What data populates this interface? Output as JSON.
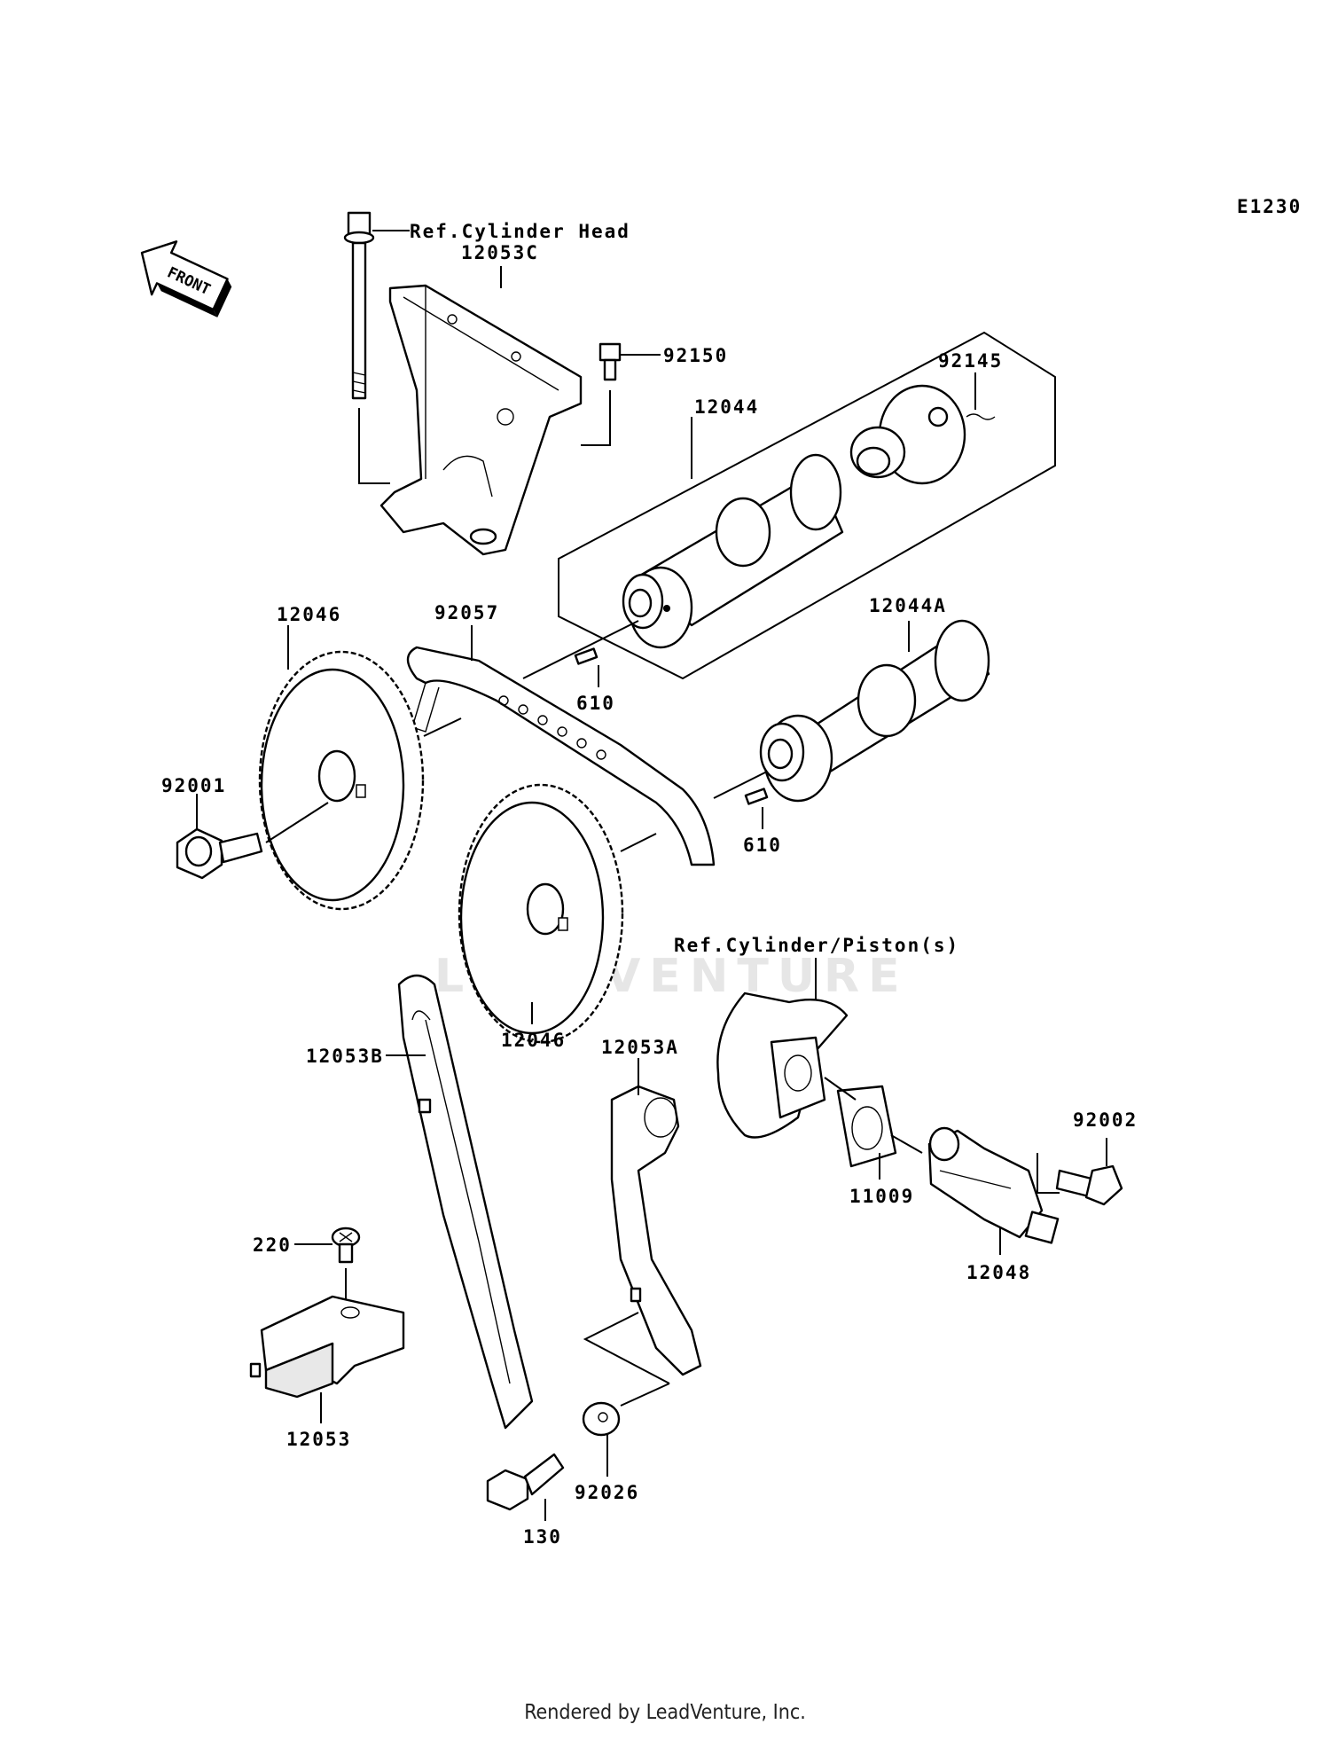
{
  "diagram_code": "E1230",
  "front_label": "FRONT",
  "watermark": "LEADVENTURE",
  "footer": "Rendered by LeadVenture, Inc.",
  "labels": {
    "ref_cylinder_head": "Ref.Cylinder Head",
    "ref_cylinder_piston": "Ref.Cylinder/Piston(s)",
    "p12053C": "12053C",
    "p92150": "92150",
    "p92145": "92145",
    "p12044": "12044",
    "p12044A": "12044A",
    "p12046_top": "12046",
    "p92057": "92057",
    "p610_a": "610",
    "p610_b": "610",
    "p92001": "92001",
    "p12046_bottom": "12046",
    "p12053B": "12053B",
    "p12053A": "12053A",
    "p92002": "92002",
    "p11009": "11009",
    "p12048": "12048",
    "p220": "220",
    "p12053": "12053",
    "p130": "130",
    "p92026": "92026"
  }
}
